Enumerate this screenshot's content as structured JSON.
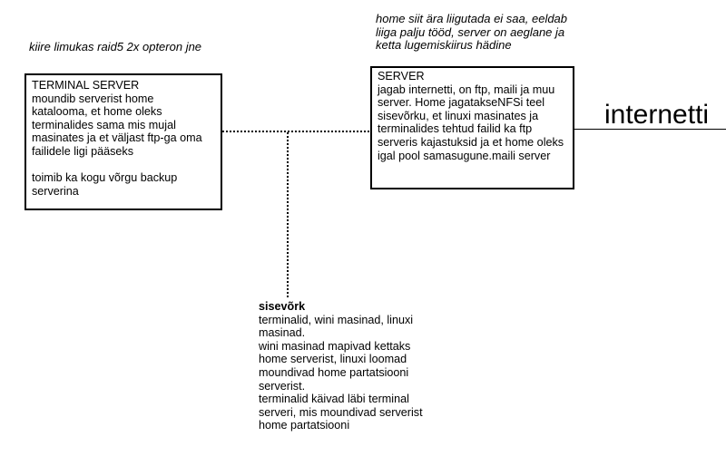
{
  "annotations": {
    "terminal_note": "kiire limukas raid5 2x opteron jne",
    "server_note_lines": [
      "home siit ära liigutada ei saa, eeldab",
      "liiga palju tööd, server on aeglane ja",
      "ketta lugemiskiirus hädine"
    ]
  },
  "terminal_server_box": {
    "lines": [
      "TERMINAL SERVER",
      "moundib serverist home",
      "katalooma, et home oleks",
      "terminalides sama mis mujal",
      "masinates ja et väljast ftp-ga oma",
      "failidele ligi pääseks",
      "",
      "toimib ka kogu võrgu backup",
      "serverina"
    ]
  },
  "server_box": {
    "lines": [
      "SERVER",
      "jagab internetti, on ftp, maili ja muu",
      "server. Home jagatakseNFSi teel",
      "sisevõrku, et linuxi masinates ja",
      "terminalides tehtud failid ka ftp",
      "serveris kajastuksid ja et home oleks",
      "igal pool samasugune.maili server"
    ]
  },
  "internet_label": "internetti",
  "sisevork": {
    "title": "sisevõrk",
    "lines": [
      "terminalid, wini masinad, linuxi",
      "masinad.",
      "wini masinad mapivad kettaks",
      "home serverist, linuxi loomad",
      "moundivad home partatsiooni",
      "serverist.",
      "terminalid käivad läbi terminal",
      "serveri, mis moundivad serverist",
      "home partatsiooni"
    ]
  },
  "colors": {
    "background": "#ffffff",
    "text": "#000000",
    "line": "#000000"
  }
}
